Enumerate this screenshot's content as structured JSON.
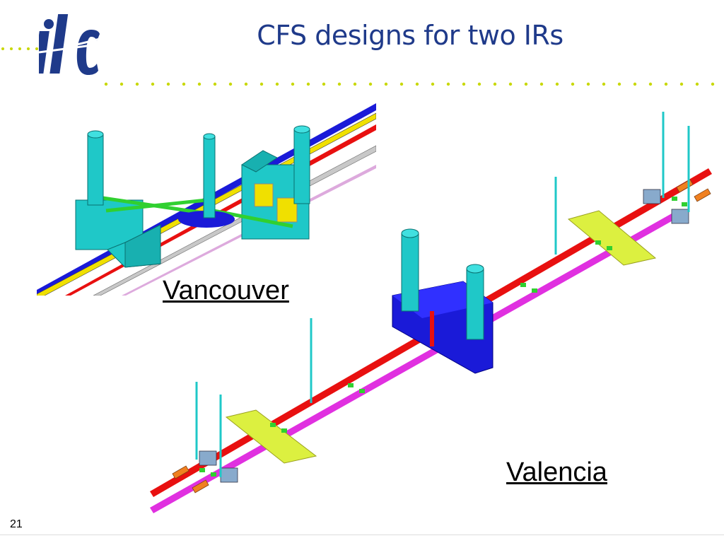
{
  "slide": {
    "title": "CFS designs for two IRs",
    "number": "21"
  },
  "logo": {
    "text": "ilc",
    "icon": "ilc-logo-icon"
  },
  "labels": {
    "vancouver": "Vancouver",
    "valencia": "Valencia"
  },
  "colors": {
    "title": "#1f3a8a",
    "dots": "#c8d800",
    "cyan": "#1fc8c8",
    "blue": "#1a1ad8",
    "red": "#e81010",
    "magenta": "#e030e0",
    "yellow_green": "#dcf040",
    "yellow": "#f0e000",
    "green": "#30d030"
  }
}
